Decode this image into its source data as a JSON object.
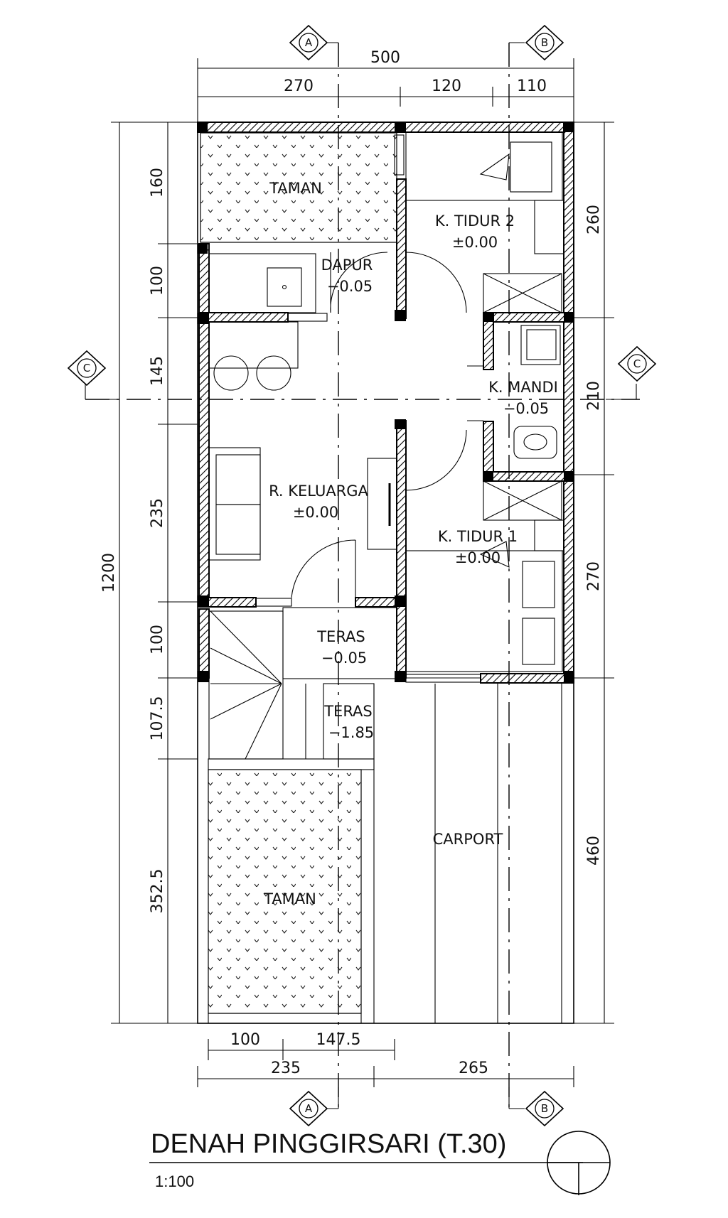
{
  "title": "DENAH PINGGIRSARI (T.30)",
  "scale": "1:100",
  "section_markers": {
    "a": "A",
    "b": "B",
    "c": "C"
  },
  "dimensions": {
    "top_total": "500",
    "top_1": "270",
    "top_2": "120",
    "top_3": "110",
    "left_total": "1200",
    "left_1": "160",
    "left_2": "100",
    "left_3": "145",
    "left_4": "235",
    "left_5": "100",
    "left_6": "107.5",
    "left_7": "352.5",
    "right_1": "260",
    "right_2": "210",
    "right_3": "270",
    "right_4": "460",
    "bottom_1": "100",
    "bottom_2": "147.5",
    "bottom_3": "235",
    "bottom_4": "265"
  },
  "rooms": {
    "taman_top": {
      "name": "TAMAN"
    },
    "dapur": {
      "name": "DAPUR",
      "level": "−0.05"
    },
    "tidur2": {
      "name": "K. TIDUR 2",
      "level": "±0.00"
    },
    "mandi": {
      "name": "K. MANDI",
      "level": "−0.05"
    },
    "keluarga": {
      "name": "R. KELUARGA",
      "level": "±0.00"
    },
    "tidur1": {
      "name": "K. TIDUR 1",
      "level": "±0.00"
    },
    "teras1": {
      "name": "TERAS",
      "level": "−0.05"
    },
    "teras2": {
      "name": "TERAS",
      "level": "−1.85"
    },
    "carport": {
      "name": "CARPORT"
    },
    "taman_bottom": {
      "name": "TAMAN"
    }
  }
}
